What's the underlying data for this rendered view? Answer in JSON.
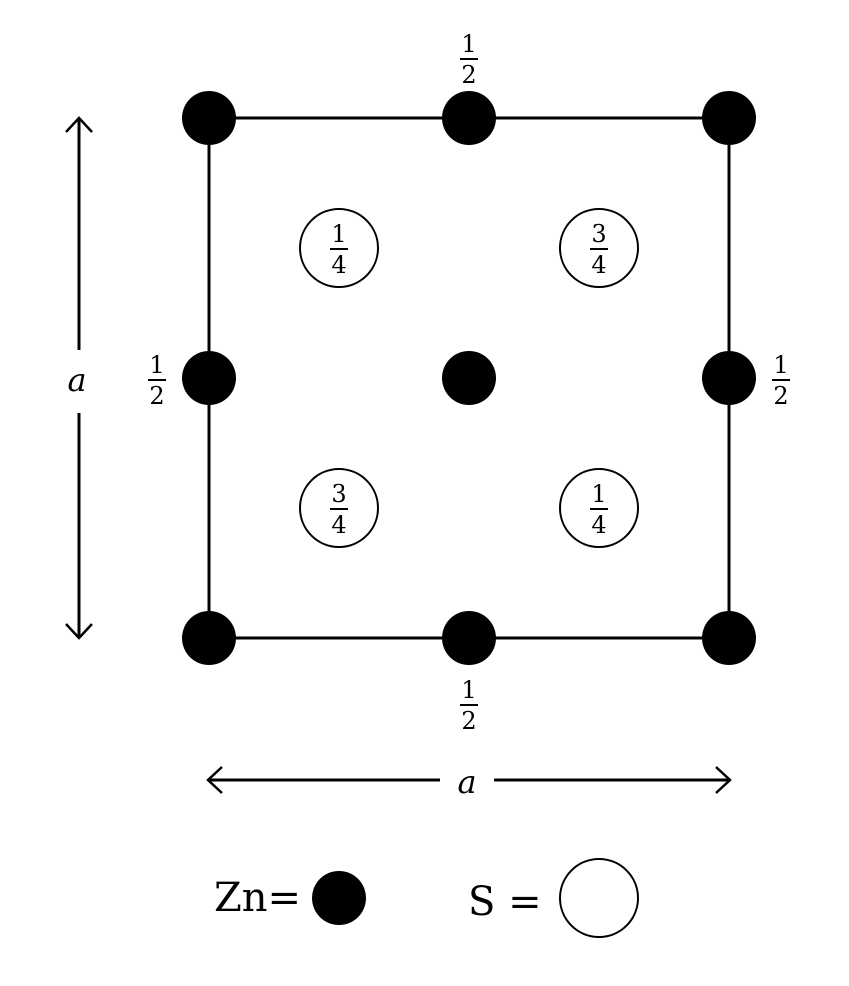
{
  "diagram": {
    "type": "unit-cell-projection",
    "colors": {
      "zn": "#000000",
      "s": "#ffffff",
      "line": "#000000"
    },
    "zn_height_label": "1/2",
    "zn_height_parts": {
      "num": "1",
      "den": "2"
    },
    "s_atoms": [
      {
        "height": "1/4",
        "num": "1",
        "den": "4"
      },
      {
        "height": "3/4",
        "num": "3",
        "den": "4"
      },
      {
        "height": "3/4",
        "num": "3",
        "den": "4"
      },
      {
        "height": "1/4",
        "num": "1",
        "den": "4"
      }
    ],
    "dimension": {
      "vertical_label": "a",
      "horizontal_label": "a"
    },
    "legend": {
      "zn_label": "Zn=",
      "s_label": "S ="
    }
  }
}
